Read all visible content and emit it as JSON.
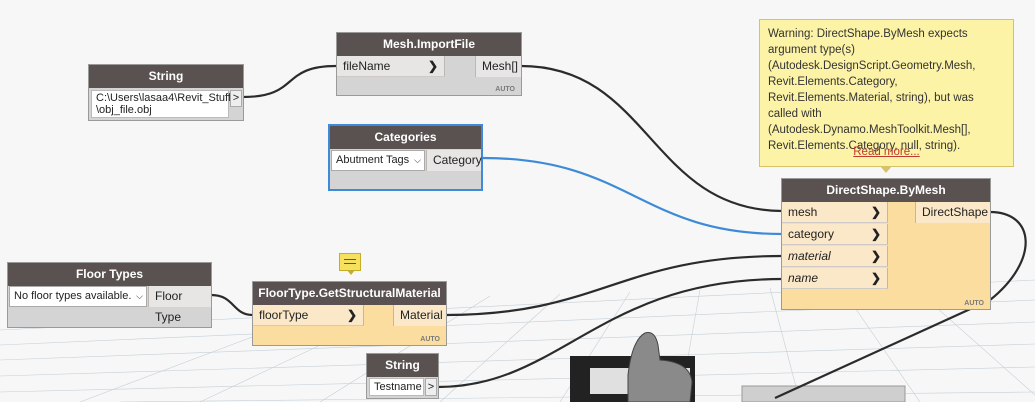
{
  "nodes": {
    "string_path": {
      "title": "String",
      "value_line1": "C:\\Users\\lasaa4\\Revit_Stuff",
      "value_line2": "\\obj_file.obj",
      "out_label": ">"
    },
    "mesh_import": {
      "title": "Mesh.ImportFile",
      "in_port": "fileName",
      "out_port": "Mesh[]",
      "lacing": "AUTO"
    },
    "categories": {
      "title": "Categories",
      "selected": "Abutment Tags",
      "out_port": "Category"
    },
    "floor_types": {
      "title": "Floor Types",
      "selected": "No floor types available.",
      "out_port": "Floor Type"
    },
    "structural_material": {
      "title": "FloorType.GetStructuralMaterial",
      "in_port": "floorType",
      "out_port": "Material",
      "lacing": "AUTO"
    },
    "string_name": {
      "title": "String",
      "value": "Testname",
      "out_label": ">"
    },
    "directshape": {
      "title": "DirectShape.ByMesh",
      "in_ports": [
        "mesh",
        "category",
        "material",
        "name"
      ],
      "out_port": "DirectShape",
      "lacing": "AUTO"
    }
  },
  "warning": {
    "text": "Warning: DirectShape.ByMesh expects argument type(s) (Autodesk.DesignScript.Geometry.Mesh, Revit.Elements.Category, Revit.Elements.Material, string), but was called with (Autodesk.Dynamo.MeshToolkit.Mesh[], Revit.Elements.Category, null, string).",
    "read_more": "Read more..."
  },
  "colors": {
    "header": "#595250",
    "warning_node": "#fcdda0",
    "selected_border": "#3d8bd8",
    "wire": "#2b2b2b",
    "selected_wire": "#3d8bd8",
    "tooltip": "#fcf3a7"
  }
}
